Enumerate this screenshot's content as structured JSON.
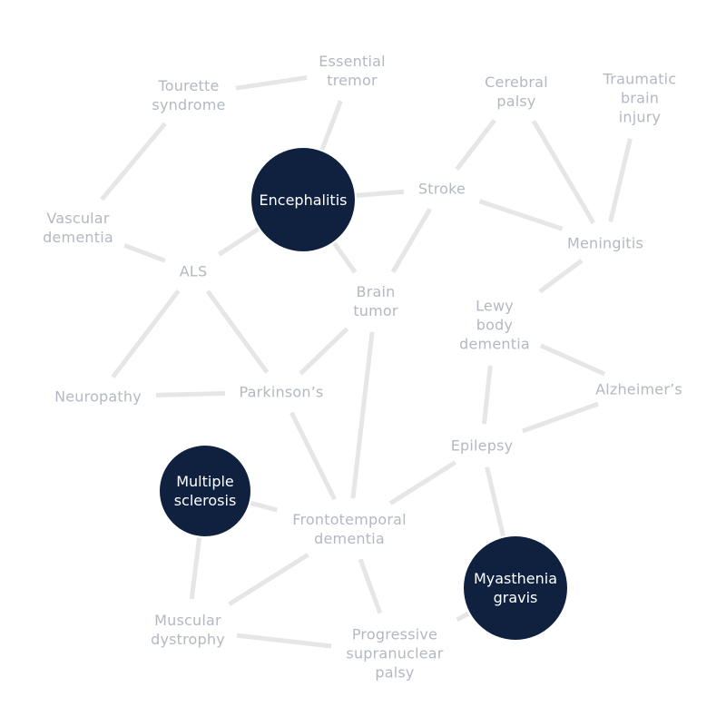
{
  "diagram": {
    "nodes": [
      {
        "id": "tourette",
        "label": "Tourette\nsyndrome",
        "highlighted": false
      },
      {
        "id": "essential-tremor",
        "label": "Essential\ntremor",
        "highlighted": false
      },
      {
        "id": "cerebral-palsy",
        "label": "Cerebral\npalsy",
        "highlighted": false
      },
      {
        "id": "tbi",
        "label": "Traumatic\nbrain\ninjury",
        "highlighted": false
      },
      {
        "id": "encephalitis",
        "label": "Encephalitis",
        "highlighted": true
      },
      {
        "id": "stroke",
        "label": "Stroke",
        "highlighted": false
      },
      {
        "id": "vascular-dementia",
        "label": "Vascular\ndementia",
        "highlighted": false
      },
      {
        "id": "meningitis",
        "label": "Meningitis",
        "highlighted": false
      },
      {
        "id": "als",
        "label": "ALS",
        "highlighted": false
      },
      {
        "id": "brain-tumor",
        "label": "Brain\ntumor",
        "highlighted": false
      },
      {
        "id": "lewy-body",
        "label": "Lewy\nbody\ndementia",
        "highlighted": false
      },
      {
        "id": "alzheimers",
        "label": "Alzheimer’s",
        "highlighted": false
      },
      {
        "id": "neuropathy",
        "label": "Neuropathy",
        "highlighted": false
      },
      {
        "id": "parkinsons",
        "label": "Parkinson’s",
        "highlighted": false
      },
      {
        "id": "epilepsy",
        "label": "Epilepsy",
        "highlighted": false
      },
      {
        "id": "multiple-sclerosis",
        "label": "Multiple\nsclerosis",
        "highlighted": true
      },
      {
        "id": "ftd",
        "label": "Frontotemporal\ndementia",
        "highlighted": false
      },
      {
        "id": "myasthenia",
        "label": "Myasthenia\ngravis",
        "highlighted": true
      },
      {
        "id": "muscular-dystrophy",
        "label": "Muscular\ndystrophy",
        "highlighted": false
      },
      {
        "id": "psp",
        "label": "Progressive\nsupranuclear\npalsy",
        "highlighted": false
      }
    ],
    "edges": [
      [
        "tourette",
        "essential-tremor"
      ],
      [
        "tourette",
        "vascular-dementia"
      ],
      [
        "essential-tremor",
        "encephalitis"
      ],
      [
        "encephalitis",
        "stroke"
      ],
      [
        "encephalitis",
        "als"
      ],
      [
        "encephalitis",
        "brain-tumor"
      ],
      [
        "cerebral-palsy",
        "stroke"
      ],
      [
        "cerebral-palsy",
        "meningitis"
      ],
      [
        "tbi",
        "meningitis"
      ],
      [
        "stroke",
        "meningitis"
      ],
      [
        "stroke",
        "brain-tumor"
      ],
      [
        "vascular-dementia",
        "als"
      ],
      [
        "als",
        "neuropathy"
      ],
      [
        "als",
        "parkinsons"
      ],
      [
        "brain-tumor",
        "parkinsons"
      ],
      [
        "brain-tumor",
        "ftd"
      ],
      [
        "meningitis",
        "lewy-body"
      ],
      [
        "lewy-body",
        "alzheimers"
      ],
      [
        "lewy-body",
        "epilepsy"
      ],
      [
        "alzheimers",
        "epilepsy"
      ],
      [
        "neuropathy",
        "parkinsons"
      ],
      [
        "parkinsons",
        "ftd"
      ],
      [
        "epilepsy",
        "ftd"
      ],
      [
        "epilepsy",
        "myasthenia"
      ],
      [
        "multiple-sclerosis",
        "ftd"
      ],
      [
        "multiple-sclerosis",
        "muscular-dystrophy"
      ],
      [
        "ftd",
        "muscular-dystrophy"
      ],
      [
        "ftd",
        "psp"
      ],
      [
        "muscular-dystrophy",
        "psp"
      ],
      [
        "psp",
        "myasthenia"
      ]
    ]
  },
  "colors": {
    "edge": "#e6e6e6",
    "label": "#b3b8c2",
    "highlight_fill": "#0f213f",
    "highlight_text": "#ffffff"
  }
}
